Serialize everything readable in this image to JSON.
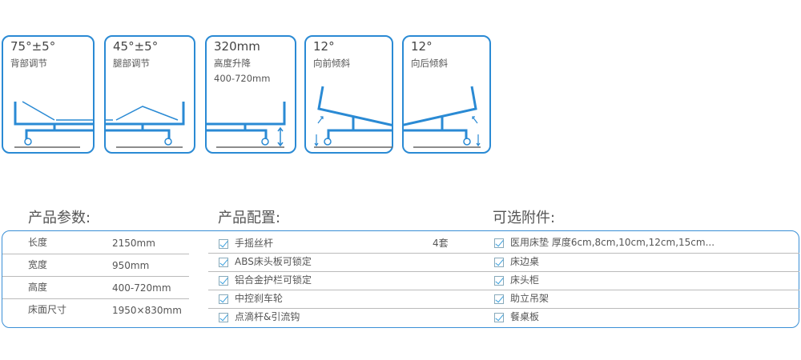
{
  "features": [
    {
      "value": "75°±5°",
      "label": "背部调节"
    },
    {
      "value": "45°±5°",
      "label": "腿部调节"
    },
    {
      "value": "320mm",
      "label": "高度升降",
      "extra": "400-720mm"
    },
    {
      "value": "12°",
      "label": "向前倾斜"
    },
    {
      "value": "12°",
      "label": "向后倾斜"
    }
  ],
  "params": {
    "title": "产品参数:",
    "rows": [
      {
        "name": "长度",
        "value": "2150mm"
      },
      {
        "name": "宽度",
        "value": "950mm"
      },
      {
        "name": "高度",
        "value": "400-720mm"
      },
      {
        "name": "床面尺寸",
        "value": "1950×830mm"
      }
    ]
  },
  "config": {
    "title": "产品配置:",
    "items": [
      {
        "label": "手摇丝杆",
        "qty": "4套"
      },
      {
        "label": "ABS床头板可锁定"
      },
      {
        "label": "铝合金护栏可锁定"
      },
      {
        "label": "中控刹车轮"
      },
      {
        "label": "点滴杆&引流钩"
      }
    ]
  },
  "optional": {
    "title": "可选附件:",
    "items": [
      {
        "label": "医用床垫 厚度6cm,8cm,10cm,12cm,15cm..."
      },
      {
        "label": "床边桌"
      },
      {
        "label": "床头柜"
      },
      {
        "label": "助立吊架"
      },
      {
        "label": "餐桌板"
      }
    ]
  },
  "colors": {
    "accent": "#2a8ad4"
  }
}
